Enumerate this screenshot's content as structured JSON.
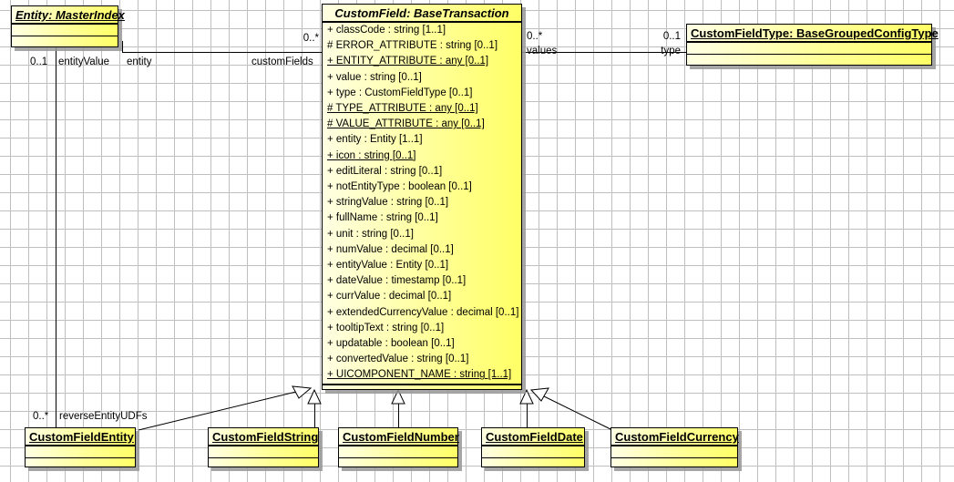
{
  "diagram": {
    "type": "uml-class-diagram",
    "title": "CustomField class hierarchy"
  },
  "classes": {
    "entity_master_index": {
      "name": "Entity: MasterIndex",
      "abstract": true,
      "underlined_title": true,
      "attributes": [],
      "operations": []
    },
    "custom_field": {
      "name": "CustomField: BaseTransaction",
      "abstract": true,
      "underlined_title": false,
      "attributes": [
        {
          "visibility": "+",
          "text": "+ classCode : string [1..1]",
          "static": false
        },
        {
          "visibility": "#",
          "text": "# ERROR_ATTRIBUTE : string [0..1]",
          "static": false
        },
        {
          "visibility": "+",
          "text": "+ ENTITY_ATTRIBUTE : any [0..1]",
          "static": true
        },
        {
          "visibility": "+",
          "text": "+ value : string [0..1]",
          "static": false
        },
        {
          "visibility": "+",
          "text": "+ type : CustomFieldType [0..1]",
          "static": false
        },
        {
          "visibility": "#",
          "text": "# TYPE_ATTRIBUTE : any [0..1]",
          "static": true
        },
        {
          "visibility": "#",
          "text": "# VALUE_ATTRIBUTE : any [0..1]",
          "static": true
        },
        {
          "visibility": "+",
          "text": "+ entity : Entity [1..1]",
          "static": false
        },
        {
          "visibility": "+",
          "text": "+ icon : string [0..1]",
          "static": true
        },
        {
          "visibility": "+",
          "text": "+ editLiteral : string [0..1]",
          "static": false
        },
        {
          "visibility": "+",
          "text": "+ notEntityType : boolean [0..1]",
          "static": false
        },
        {
          "visibility": "+",
          "text": "+ stringValue : string [0..1]",
          "static": false
        },
        {
          "visibility": "+",
          "text": "+ fullName : string [0..1]",
          "static": false
        },
        {
          "visibility": "+",
          "text": "+ unit : string [0..1]",
          "static": false
        },
        {
          "visibility": "+",
          "text": "+ numValue : decimal [0..1]",
          "static": false
        },
        {
          "visibility": "+",
          "text": "+ entityValue : Entity [0..1]",
          "static": false
        },
        {
          "visibility": "+",
          "text": "+ dateValue : timestamp [0..1]",
          "static": false
        },
        {
          "visibility": "+",
          "text": "+ currValue : decimal [0..1]",
          "static": false
        },
        {
          "visibility": "+",
          "text": "+ extendedCurrencyValue : decimal [0..1]",
          "static": false
        },
        {
          "visibility": "+",
          "text": "+ tooltipText : string [0..1]",
          "static": false
        },
        {
          "visibility": "+",
          "text": "+ updatable : boolean [0..1]",
          "static": false
        },
        {
          "visibility": "+",
          "text": "+ convertedValue : string [0..1]",
          "static": false
        },
        {
          "visibility": "+",
          "text": "+ UICOMPONENT_NAME : string [1..1]",
          "static": true
        }
      ],
      "operations": []
    },
    "custom_field_type": {
      "name": "CustomFieldType: BaseGroupedConfigType",
      "abstract": false,
      "underlined_title": true,
      "attributes": [],
      "operations": []
    },
    "custom_field_entity": {
      "name": "CustomFieldEntity",
      "abstract": false,
      "underlined_title": true,
      "attributes": [],
      "operations": []
    },
    "custom_field_string": {
      "name": "CustomFieldString",
      "abstract": false,
      "underlined_title": true,
      "attributes": [],
      "operations": []
    },
    "custom_field_number": {
      "name": "CustomFieldNumber",
      "abstract": false,
      "underlined_title": true,
      "attributes": [],
      "operations": []
    },
    "custom_field_date": {
      "name": "CustomFieldDate",
      "abstract": false,
      "underlined_title": true,
      "attributes": [],
      "operations": []
    },
    "custom_field_currency": {
      "name": "CustomFieldCurrency",
      "abstract": false,
      "underlined_title": true,
      "attributes": [],
      "operations": []
    }
  },
  "associations": [
    {
      "id": "entity-customfields",
      "source_role": "entityValue",
      "source_multiplicity": "0..1",
      "target_role": "customFields",
      "target_multiplicity": "0..*",
      "mid_role": "entity"
    },
    {
      "id": "customfield-type",
      "source_role": "values",
      "source_multiplicity": "0..*",
      "target_role": "type",
      "target_multiplicity": "0..1"
    },
    {
      "id": "entity-reverse",
      "source_role": "reverseEntityUDFs",
      "source_multiplicity": "0..*"
    }
  ],
  "labels": {
    "mult_0_1_left": "0..1",
    "role_entityValue": "entityValue",
    "role_entity": "entity",
    "role_customFields": "customFields",
    "mult_0_star_top": "0..*",
    "role_values": "values",
    "mult_0_star_values": "0..*",
    "role_type": "type",
    "mult_0_1_type": "0..1",
    "mult_0_star_reverse": "0..*",
    "role_reverseEntityUDFs": "reverseEntityUDFs"
  },
  "colors": {
    "class_fill_light": "#ffffe4",
    "class_fill_dark": "#ffff66",
    "border": "#000000",
    "grid": "#bfbfbf",
    "shadow": "#969696",
    "text": "#000000"
  }
}
